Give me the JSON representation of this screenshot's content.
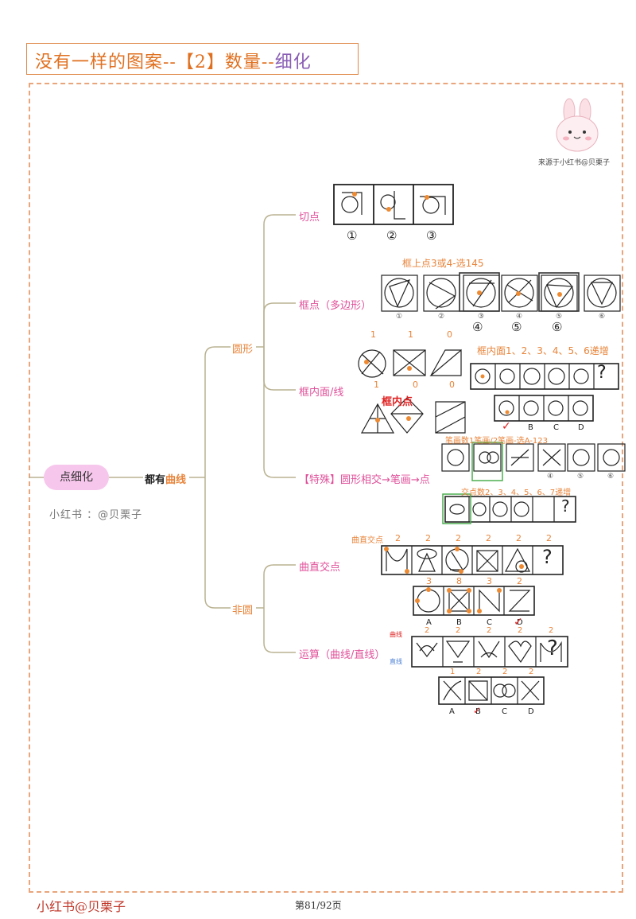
{
  "header": {
    "title_main": "没有一样的图案--【2】数量--",
    "title_tail": "细化"
  },
  "mascot_caption": "来源于小红书@贝栗子",
  "mindmap": {
    "root": "点细化",
    "root_note": "小红书 ：@贝栗子",
    "level1": {
      "prefix": "都有",
      "highlight": "曲线"
    },
    "branch_round": "圆形",
    "branch_nonround": "非圆",
    "leaf_tangent": "切点",
    "leaf_frame": "框点（多边形）",
    "leaf_inner": "框内面/线",
    "leaf_special": "【特殊】圆形相交→笔画→点",
    "leaf_curve_straight": "曲直交点",
    "leaf_operation": "运算（曲线/直线）"
  },
  "annotations": {
    "circled_numbers": [
      "①",
      "②",
      "③"
    ],
    "frame_rule": "框上点3或4-选145",
    "frame_small_nums": [
      "①",
      "②",
      "③",
      "④",
      "⑤",
      "⑥"
    ],
    "frame_big_nums": [
      "④",
      "⑤",
      "⑥"
    ],
    "inner_counts_top": [
      "1",
      "1",
      "0"
    ],
    "inner_counts_bottom": [
      "1",
      "0",
      "0"
    ],
    "inner_label": "框内点",
    "inner_rule": "框内面1、2、3、4、5、6递增",
    "special_rule1": "笔画数1笔画/2笔画-选A-123",
    "special_rule2": "交点数2、3、4、5、6、7递增",
    "curve_label": "曲直交点",
    "curve_counts": [
      "2",
      "2",
      "2",
      "2",
      "2",
      "2"
    ],
    "curve_opt_counts": [
      "3",
      "8",
      "3",
      "2"
    ],
    "options": [
      "A",
      "B",
      "C",
      "D"
    ],
    "op_row_labels": [
      "曲线",
      "直线"
    ],
    "op_counts": [
      "2",
      "2",
      "2",
      "2",
      "2"
    ],
    "op_opt_counts": [
      "1",
      "2",
      "2",
      "2"
    ],
    "question_mark": "?"
  },
  "footer": {
    "left": "小红书@贝栗子",
    "page": "第81/92页"
  },
  "colors": {
    "accent_orange": "#e8843a",
    "accent_pink": "#e0509a",
    "branch_line": "#b9b291",
    "dot": "#ee8a32"
  }
}
